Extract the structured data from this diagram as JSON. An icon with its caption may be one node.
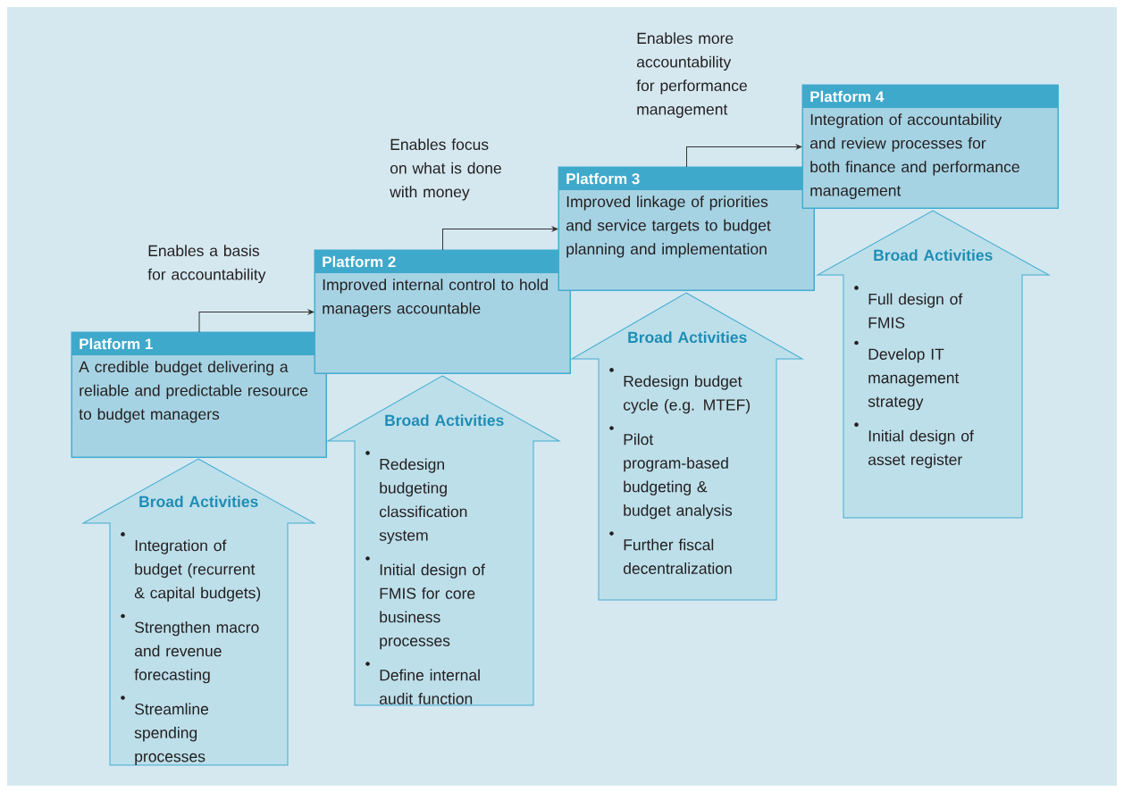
{
  "diagram": {
    "nodes": [
      {
        "text": [
          "Platform 1",
          "A credible budget delivering a reliable and predictable resource to budget managers"
        ]
      },
      {
        "text": [
          "Broad Activities",
          "Integration of budget (recurrent & capital budgets)",
          "Strengthen macro and revenue forecasting",
          "Streamline spending processes"
        ]
      },
      {
        "text": [
          "Platform 2",
          "Improved internal control to hold managers accountable"
        ]
      },
      {
        "text": [
          "Broad Activities",
          "Redesign budgeting classification system",
          "Initial design of FMIS for core business processes",
          "Define internal audit function"
        ]
      },
      {
        "text": [
          "Platform 3",
          "Improved linkage of priorities and service targets to budget planning and implementation"
        ]
      },
      {
        "text": [
          "Broad Activities",
          "Redesign budget cycle (e.g. MTEF)",
          "Pilot program-based budgeting & budget analysis",
          "Further fiscal decentralization"
        ]
      },
      {
        "text": [
          "Platform 4",
          "Integration of accountability and review processes for both finance and performance management"
        ]
      },
      {
        "text": [
          "Broad Activities",
          "Full design of FMIS",
          "Develop IT management strategy",
          "Initial design of asset register"
        ]
      }
    ],
    "edges": [
      {
        "from": 0,
        "to": 2,
        "arrow": "to",
        "label": "Enables a basis for accountability"
      },
      {
        "from": 2,
        "to": 4,
        "arrow": "to",
        "label": "Enables focus on what is done with money"
      },
      {
        "from": 4,
        "to": 6,
        "arrow": "to",
        "label": "Enables more accountability for performance management"
      }
    ]
  }
}
